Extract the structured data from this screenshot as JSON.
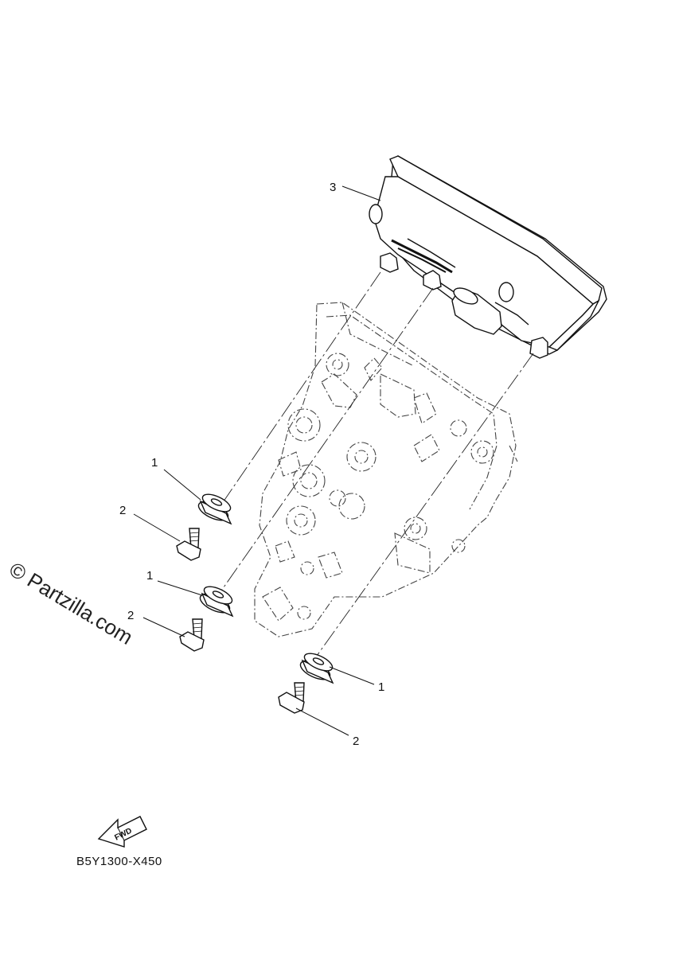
{
  "watermark": "© Partzilla.com",
  "diagram_code": "B5Y1300-X450",
  "fwd_label": "FWD",
  "callouts": {
    "c1a": "1",
    "c2a": "2",
    "c1b": "1",
    "c2b": "2",
    "c1c": "1",
    "c2c": "2",
    "c3": "3"
  }
}
